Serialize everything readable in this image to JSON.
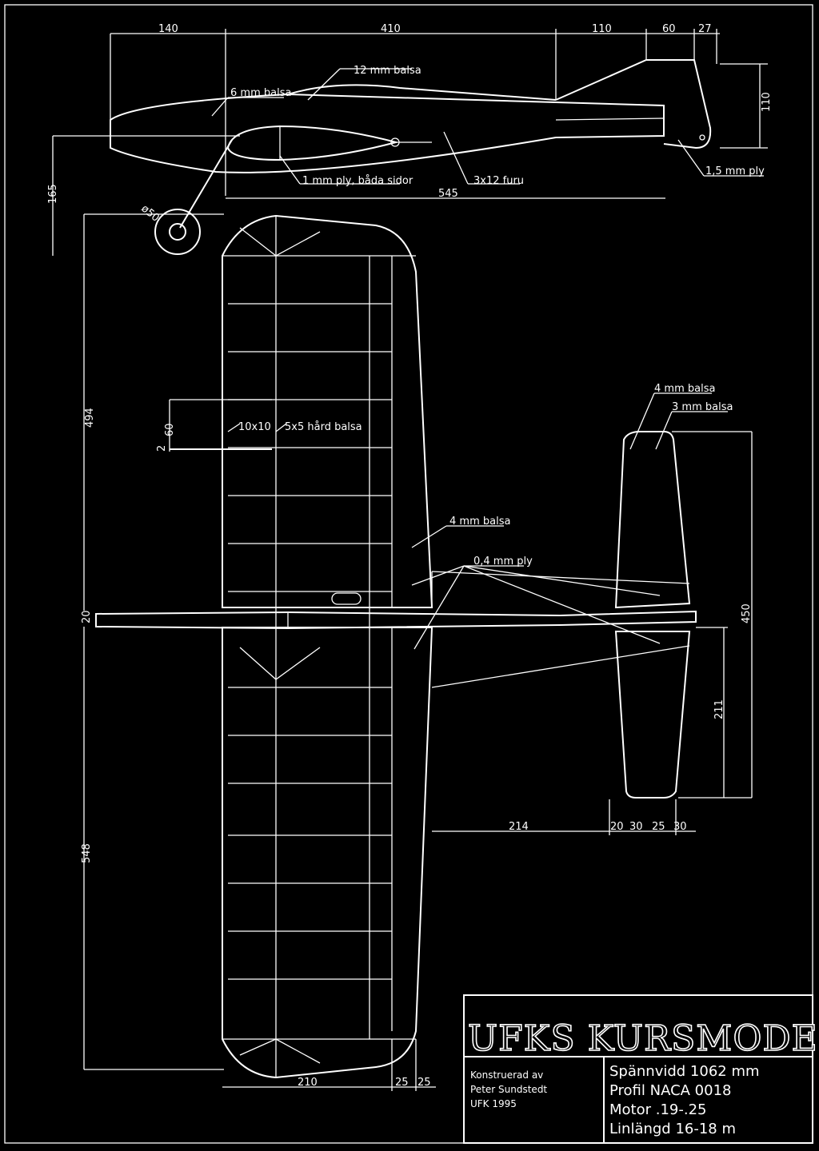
{
  "dimensions": {
    "d140": "140",
    "d410": "410",
    "d110top": "110",
    "d60": "60",
    "d27": "27",
    "d110side": "110",
    "d165": "165",
    "d545": "545",
    "d50": "ø50",
    "d494": "494",
    "d20": "20",
    "d548": "548",
    "d60b": "60",
    "d2": "2",
    "d210": "210",
    "d25a": "25",
    "d25b": "25",
    "d214": "214",
    "d20b": "20",
    "d30a": "30",
    "d25c": "25",
    "d30b": "30",
    "d450": "450",
    "d211": "211"
  },
  "labels": {
    "balsa12": "12 mm balsa",
    "balsa6": "6 mm balsa",
    "ply1": "1 mm ply, båda sidor",
    "furu": "3x12 furu",
    "ply15": "1,5 mm ply",
    "balsa4a": "4 mm balsa",
    "balsa3": "3 mm balsa",
    "sq10": "10x10",
    "sq5": "5x5 hård balsa",
    "balsa4b": "4 mm balsa",
    "ply04": "0,4 mm ply"
  },
  "title_block": {
    "title": "UFKS KURSMODELL",
    "designer_line1": "Konstruerad av",
    "designer_line2": "Peter Sundstedt",
    "designer_line3": "UFK 1995",
    "spec1": "Spännvidd 1062 mm",
    "spec2": "Profil NACA 0018",
    "spec3": "Motor .19-.25",
    "spec4": "Linlängd 16-18 m"
  }
}
